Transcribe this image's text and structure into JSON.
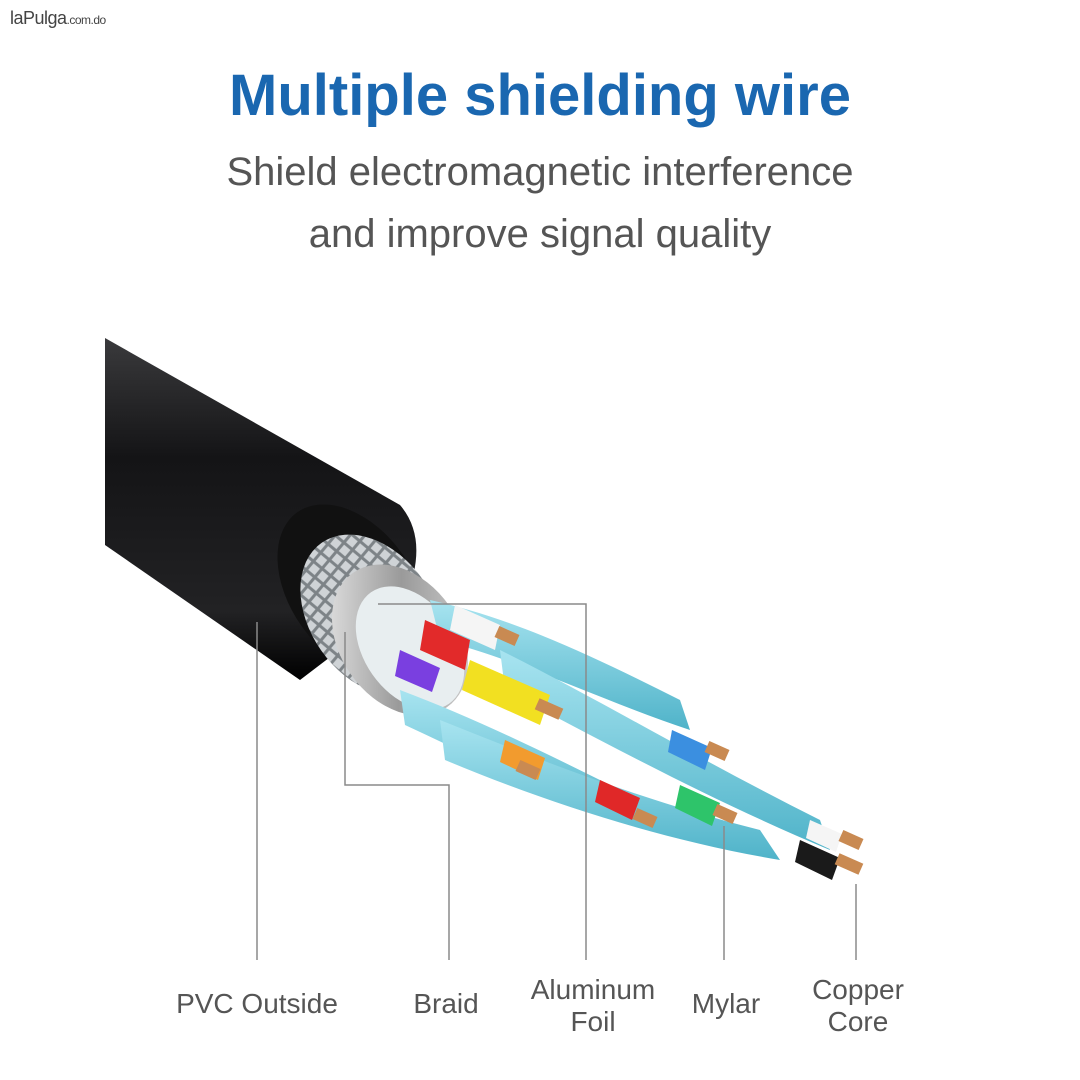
{
  "watermark": {
    "brand": "laPulga",
    "domain": ".com.do"
  },
  "title": "Multiple shielding wire",
  "subtitle": {
    "line1": "Shield electromagnetic interference",
    "line2": "and improve signal quality"
  },
  "labels": {
    "pvc": "PVC Outside",
    "braid": "Braid",
    "aluminum_line1": "Aluminum",
    "aluminum_line2": "Foil",
    "mylar": "Mylar",
    "copper_line1": "Copper",
    "copper_line2": "Core"
  },
  "colors": {
    "title": "#1a67b0",
    "jacket": "#1c1c1e",
    "mylar": "#7ecfe0",
    "copper": "#c98a52"
  }
}
